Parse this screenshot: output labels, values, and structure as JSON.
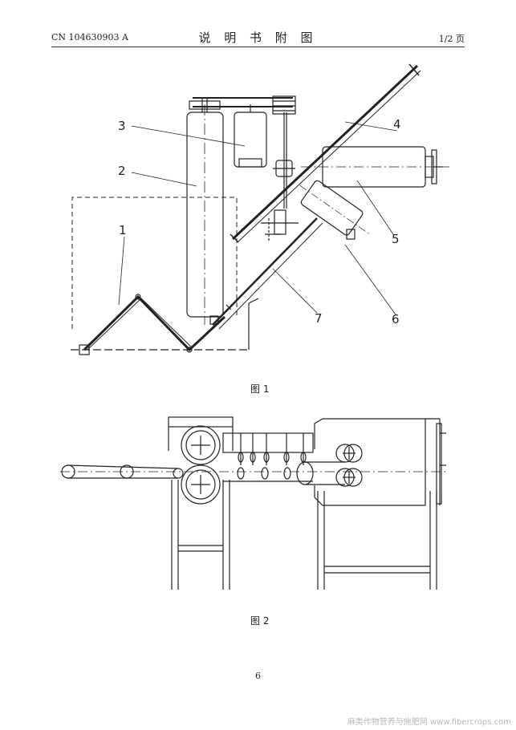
{
  "header": {
    "patent_number": "CN 104630903 A",
    "title": "说 明 书 附 图",
    "page_of": "1/2 页"
  },
  "figure1": {
    "caption": "图 1",
    "labels": [
      "1",
      "2",
      "3",
      "4",
      "5",
      "6",
      "7"
    ]
  },
  "figure2": {
    "caption": "图 2"
  },
  "page_number": "6",
  "watermark": "麻类作物营养与施肥网 www.fibercrops.com"
}
